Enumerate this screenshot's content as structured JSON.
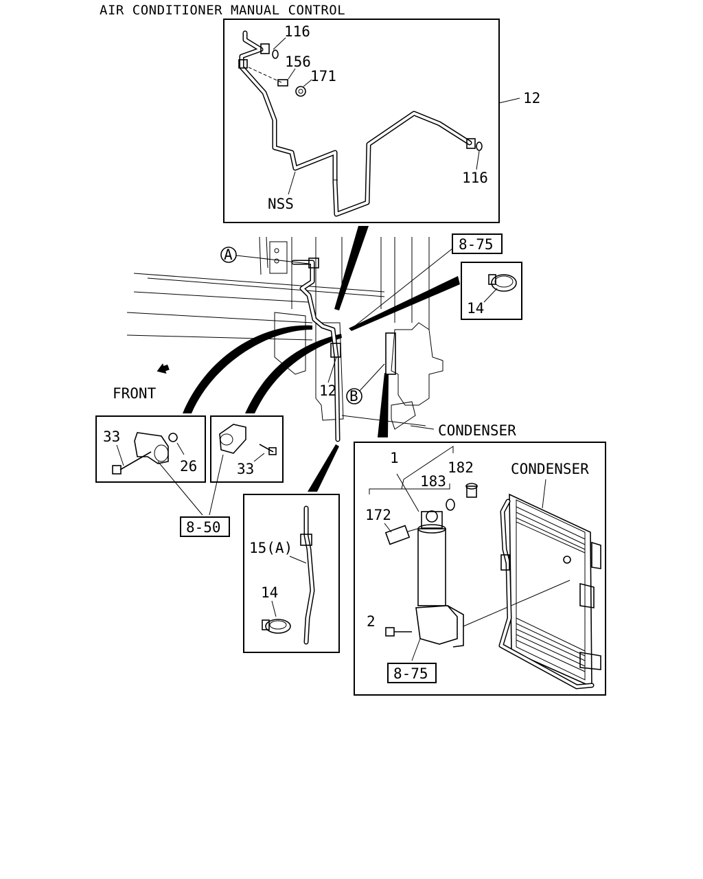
{
  "title": "AIR CONDITIONER MANUAL CONTROL",
  "callouts": {
    "c116_top": "116",
    "c156": "156",
    "c171": "171",
    "c12_pipe": "12",
    "c116_right": "116",
    "nss": "NSS",
    "ref_8_75_top": "8-75",
    "c14_top": "14",
    "circle_a": "A",
    "circle_b": "B",
    "c12_main": "12",
    "front": "FRONT",
    "condenser_main": "CONDENSER",
    "c33_left": "33",
    "c26": "26",
    "c33_right": "33",
    "ref_8_50": "8-50",
    "c15a": "15(A)",
    "c14_bottom": "14",
    "c1": "1",
    "c182": "182",
    "c183": "183",
    "condenser_detail": "CONDENSER",
    "c172": "172",
    "c2": "2",
    "ref_8_75_bottom": "8-75"
  }
}
